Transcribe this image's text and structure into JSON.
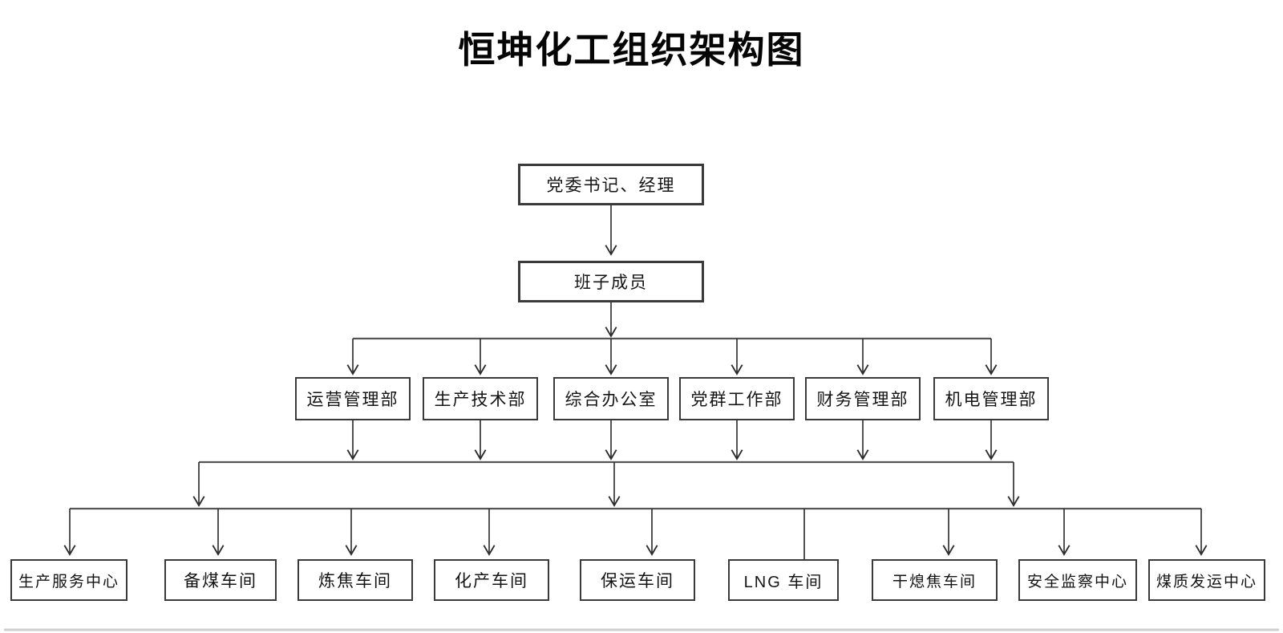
{
  "title": "恒坤化工组织架构图",
  "org": {
    "level1": {
      "label": "党委书记、经理"
    },
    "level2": {
      "label": "班子成员"
    },
    "departments": [
      {
        "label": "运营管理部"
      },
      {
        "label": "生产技术部"
      },
      {
        "label": "综合办公室"
      },
      {
        "label": "党群工作部"
      },
      {
        "label": "财务管理部"
      },
      {
        "label": "机电管理部"
      }
    ],
    "units": [
      {
        "label": "生产服务中心"
      },
      {
        "label": "备煤车间"
      },
      {
        "label": "炼焦车间"
      },
      {
        "label": "化产车间"
      },
      {
        "label": "保运车间"
      },
      {
        "label": "LNG 车间"
      },
      {
        "label": "干熄焦车间"
      },
      {
        "label": "安全监察中心"
      },
      {
        "label": "煤质发运中心"
      }
    ]
  },
  "colors": {
    "background": "#ffffff",
    "box_border": "#3a3a3a",
    "line": "#333333",
    "bar_line": "#555555",
    "text": "#141414",
    "scan_edge_line": "#cfcfcf"
  }
}
